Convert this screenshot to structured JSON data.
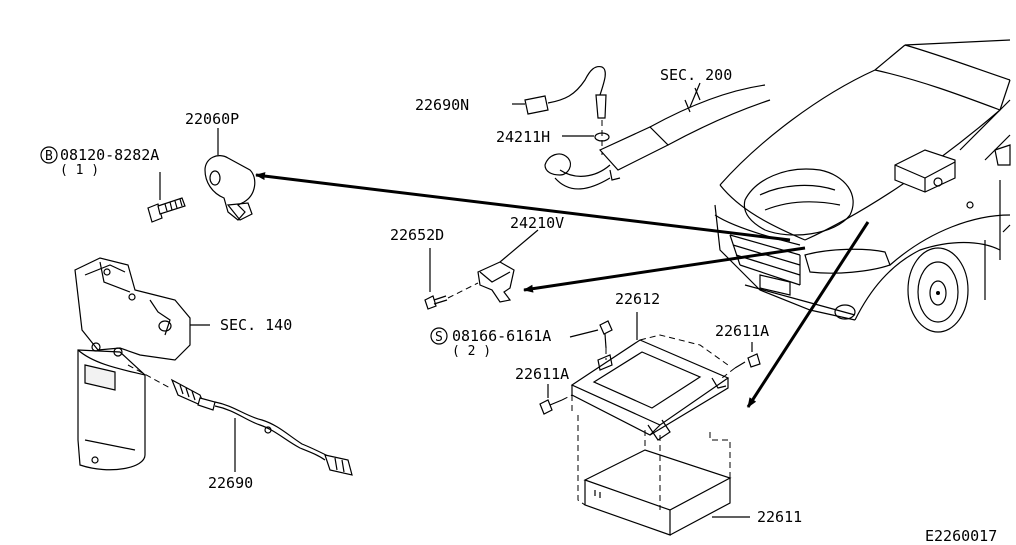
{
  "labels": {
    "p22060p": "22060P",
    "p08120": "08120-8282A",
    "p08120_prefix": "B",
    "p08120_qty": "( 1 )",
    "p22690n": "22690N",
    "p24211h": "24211H",
    "sec200": "SEC. 200",
    "p22652d": "22652D",
    "p24210v": "24210V",
    "p22612": "22612",
    "p08166": "08166-6161A",
    "p08166_prefix": "S",
    "p08166_qty": "( 2 )",
    "p22611a_right": "22611A",
    "p22611a_left": "22611A",
    "sec140": "SEC. 140",
    "p22690": "22690",
    "p22611": "22611",
    "diagram_id": "E2260017"
  }
}
